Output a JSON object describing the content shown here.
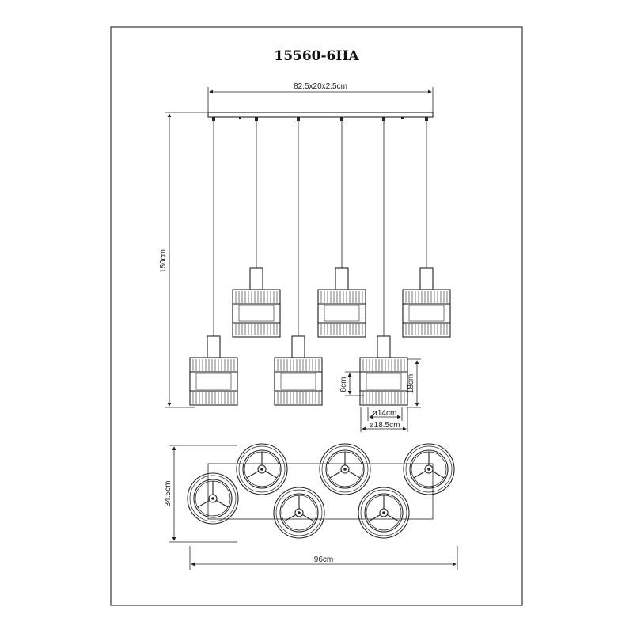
{
  "title": "15560-6HA",
  "dimensions": {
    "canopy": "82.5x20x2.5cm",
    "height": "150cm",
    "inner_diameter": "ø14cm",
    "outer_diameter": "ø18.5cm",
    "inner_height": "8cm",
    "shade_height": "18cm",
    "top_view_depth": "34.5cm",
    "top_view_width": "96cm"
  },
  "colors": {
    "line": "#222222",
    "background": "#ffffff"
  }
}
